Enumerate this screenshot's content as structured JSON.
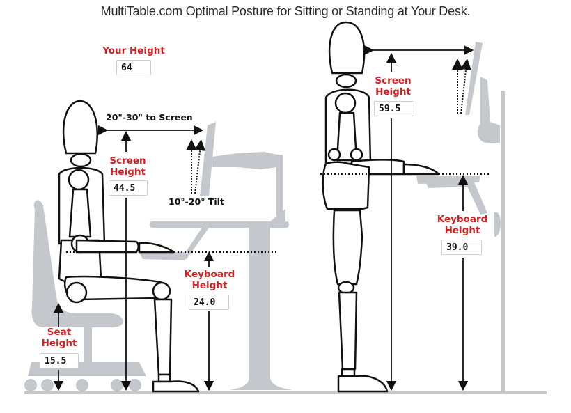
{
  "title": "MultiTable.com Optimal Posture for Sitting or Standing at Your Desk.",
  "colors": {
    "label_red": "#d42020",
    "furniture_gray": "#c4c8cc",
    "outline_black": "#111111",
    "text_dark": "#2b2b2b"
  },
  "sitting": {
    "your_height": {
      "label": "Your Height",
      "value": "64"
    },
    "screen_distance_label": "20\"-30\" to Screen",
    "screen_height": {
      "label_line1": "Screen",
      "label_line2": "Height",
      "value": "44.5"
    },
    "tilt_label": "10°-20° Tilt",
    "keyboard_height": {
      "label_line1": "Keyboard",
      "label_line2": "Height",
      "value": "24.0"
    },
    "seat_height": {
      "label_line1": "Seat",
      "label_line2": "Height",
      "value": "15.5"
    }
  },
  "standing": {
    "screen_height": {
      "label_line1": "Screen",
      "label_line2": "Height",
      "value": "59.5"
    },
    "keyboard_height": {
      "label_line1": "Keyboard",
      "label_line2": "Height",
      "value": "39.0"
    }
  },
  "icons": {
    "sitting_figure": "mannequin-sitting-icon",
    "standing_figure": "mannequin-standing-icon",
    "office_chair": "office-chair-icon",
    "sitting_desk": "sitting-desk-with-monitor-arm-icon",
    "standing_desk": "standing-desk-with-monitor-icon"
  }
}
